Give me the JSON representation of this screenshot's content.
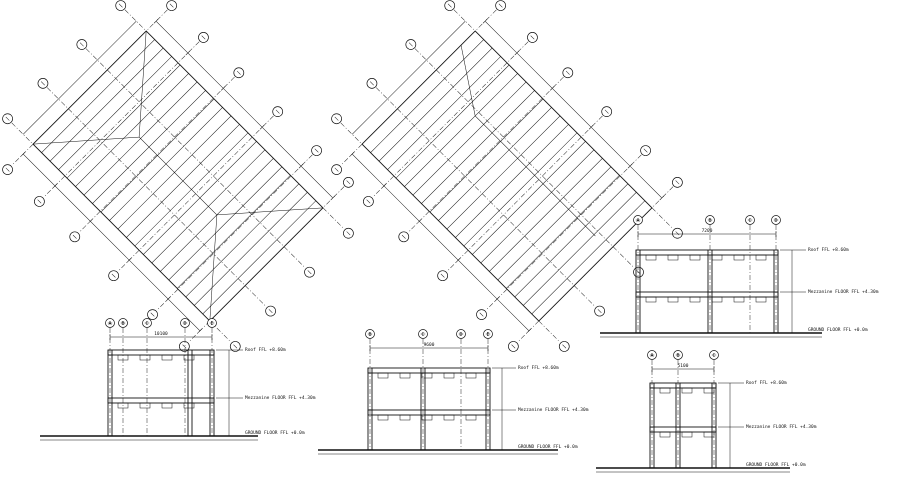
{
  "plans": [
    {
      "id": "plan-left"
    },
    {
      "id": "plan-right"
    }
  ],
  "sections": [
    {
      "id": "section-1",
      "grid_labels": [
        "A",
        "B",
        "C",
        "D",
        "E"
      ],
      "top_dim": "10100",
      "level_labels": {
        "roof": "Roof FFL +8.60m",
        "mezz": "Mezzanine FLOOR FFL +4.30m",
        "ground": "GROUND FLOOR FFL +0.0m"
      }
    },
    {
      "id": "section-2",
      "grid_labels": [
        "B",
        "C",
        "D",
        "E"
      ],
      "top_dim": "9600",
      "level_labels": {
        "roof": "Roof FFL +8.60m",
        "mezz": "Mezzanine FLOOR FFL +4.30m",
        "ground": "GROUND FLOOR FFL +0.0m"
      }
    },
    {
      "id": "section-3",
      "grid_labels": [
        "A",
        "B",
        "C",
        "D"
      ],
      "top_dim": "7200",
      "level_labels": {
        "roof": "Roof FFL +8.60m",
        "mezz": "Mezzanine FLOOR FFL +4.30m",
        "ground": "GROUND FLOOR FFL +0.0m"
      }
    },
    {
      "id": "section-4",
      "grid_labels": [
        "A",
        "B",
        "C"
      ],
      "top_dim": "5100",
      "level_labels": {
        "roof": "Roof FFL +8.60m",
        "mezz": "Mezzanine FLOOR FFL +4.30m",
        "ground": "GROUND FLOOR FFL +0.0m"
      }
    }
  ]
}
